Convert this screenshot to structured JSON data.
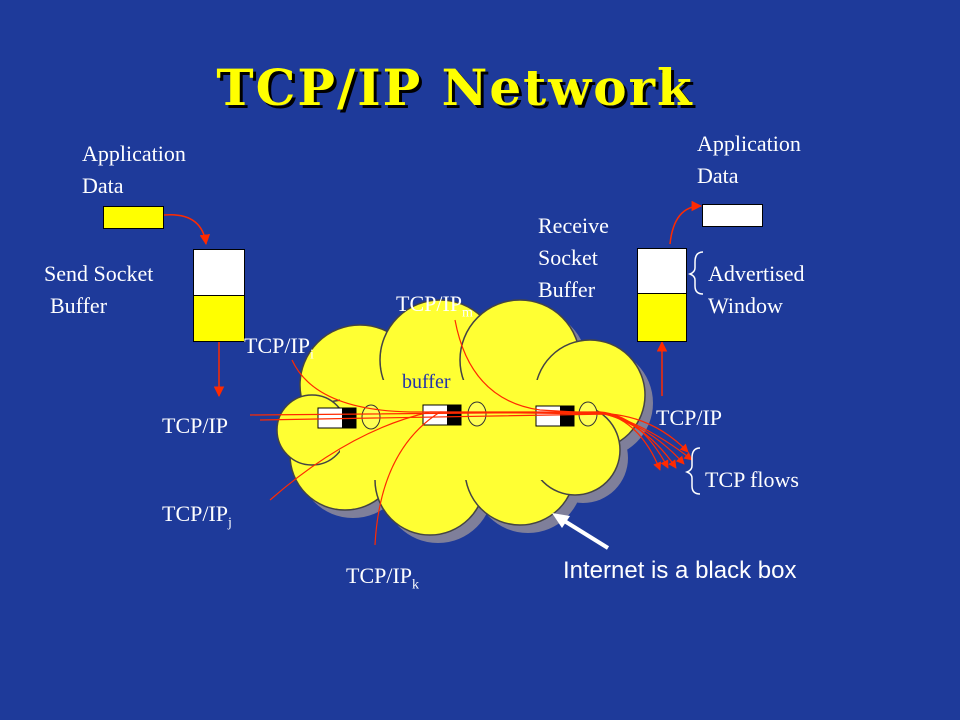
{
  "title": "TCP/IP Network",
  "sender": {
    "app_data_label_line1": "Application",
    "app_data_label_line2": "Data",
    "socket_label_line1": "Send Socket",
    "socket_label_line2": "Buffer",
    "tcp_label": "TCP/IP"
  },
  "receiver": {
    "app_data_label_line1": "Application",
    "app_data_label_line2": "Data",
    "socket_label_line1": "Receive",
    "socket_label_line2": "Socket",
    "socket_label_line3": "Buffer",
    "window_label_line1": "Advertised",
    "window_label_line2": "Window",
    "tcp_label": "TCP/IP"
  },
  "network": {
    "buffer_label": "buffer",
    "flows": [
      {
        "base": "TCP/IP",
        "sub": "i"
      },
      {
        "base": "TCP/IP",
        "sub": "j"
      },
      {
        "base": "TCP/IP",
        "sub": "k"
      },
      {
        "base": "TCP/IP",
        "sub": "m"
      }
    ],
    "tcp_flows_label": "TCP flows",
    "note": "Internet is a black box"
  },
  "colors": {
    "background": "#1e3a9a",
    "title": "#ffff00",
    "cloud": "#ffff33",
    "arrow": "#ff2a00"
  }
}
